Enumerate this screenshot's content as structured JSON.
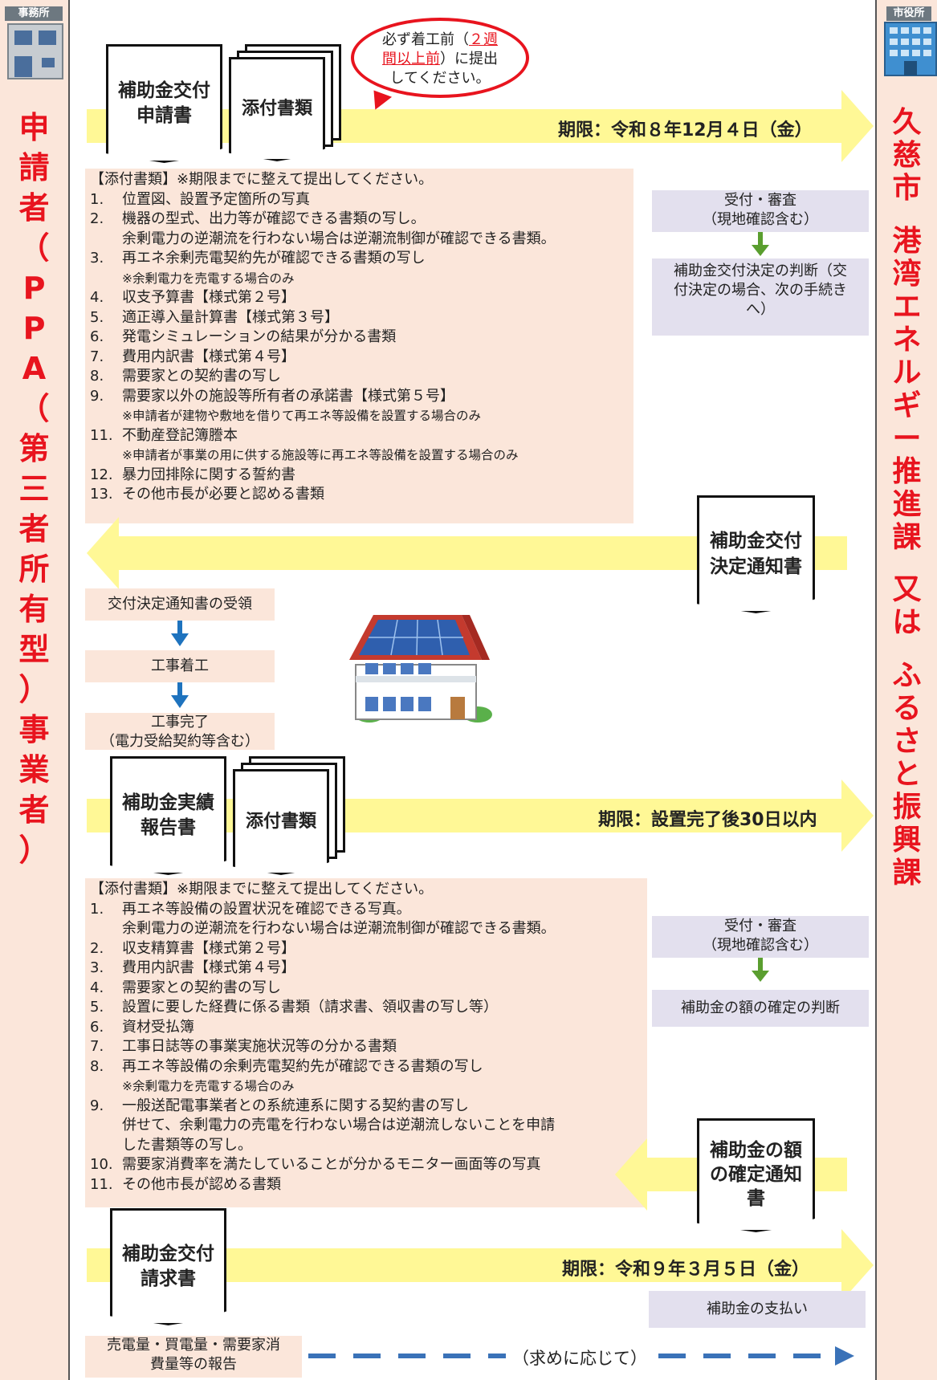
{
  "left_building_label": "事務所",
  "right_building_label": "市役所",
  "applicant_lane": [
    "申",
    "請",
    "者",
    "（",
    "P",
    "P",
    "A",
    "（",
    "第",
    "三",
    "者",
    "所",
    "有",
    "型",
    "）",
    "事",
    "業",
    "者",
    "）"
  ],
  "city_lane": [
    "久",
    "慈",
    "市",
    "",
    "港",
    "湾",
    "エ",
    "ネ",
    "ル",
    "ギ",
    "ー",
    "推",
    "進",
    "課",
    "",
    "又",
    "は",
    "",
    "ふ",
    "る",
    "さ",
    "と",
    "振",
    "興",
    "課"
  ],
  "step1": {
    "doc_main": [
      "補助金交付",
      "申請書"
    ],
    "doc_attach": "添付書類",
    "bubble_pre": "必ず着工前（",
    "bubble_red1": "２週",
    "bubble_red2": "間以上前",
    "bubble_post": "）に提出",
    "bubble_line3": "してください。",
    "deadline": "期限：令和８年12月４日（金）"
  },
  "attach_list_1": {
    "header": "【添付書類】※期限までに整えて提出してください。",
    "items": [
      {
        "num": "1.",
        "text": "位置図、設置予定箇所の写真"
      },
      {
        "num": "2.",
        "text": "機器の型式、出力等が確認できる書類の写し。"
      },
      {
        "num": "",
        "text": "余剰電力の逆潮流を行わない場合は逆潮流制御が確認できる書類。"
      },
      {
        "num": "3.",
        "text": "再エネ余剰売電契約先が確認できる書類の写し"
      },
      {
        "num": "",
        "text": "※余剰電力を売電する場合のみ",
        "note": true
      },
      {
        "num": "4.",
        "text": "収支予算書【様式第２号】"
      },
      {
        "num": "5.",
        "text": "適正導入量計算書【様式第３号】"
      },
      {
        "num": "6.",
        "text": "発電シミュレーションの結果が分かる書類"
      },
      {
        "num": "7.",
        "text": "費用内訳書【様式第４号】"
      },
      {
        "num": "8.",
        "text": "需要家との契約書の写し"
      },
      {
        "num": "9.",
        "text": "需要家以外の施設等所有者の承諾書【様式第５号】"
      },
      {
        "num": "",
        "text": "※申請者が建物や敷地を借りて再エネ等設備を設置する場合のみ",
        "note": true
      },
      {
        "num": "11.",
        "text": "不動産登記簿謄本"
      },
      {
        "num": "",
        "text": "※申請者が事業の用に供する施設等に再エネ等設備を設置する場合のみ",
        "note": true
      },
      {
        "num": "12.",
        "text": "暴力団排除に関する誓約書"
      },
      {
        "num": "13.",
        "text": "その他市長が必要と認める書類"
      }
    ]
  },
  "review1": {
    "line1": "受付・審査",
    "line2": "（現地確認含む）"
  },
  "decision1": {
    "lines": [
      "補助金交付決定の判断（交",
      "付決定の場合、次の手続き",
      "へ）"
    ]
  },
  "notice1": [
    "補助金交付",
    "決定通知書"
  ],
  "flow": {
    "receive": "交付決定通知書の受領",
    "start": "工事着工",
    "done1": "工事完了",
    "done2": "（電力受給契約等含む）"
  },
  "step2": {
    "doc_main": [
      "補助金実績",
      "報告書"
    ],
    "doc_attach": "添付書類",
    "deadline": "期限：設置完了後30日以内"
  },
  "attach_list_2": {
    "header": "【添付書類】※期限までに整えて提出してください。",
    "items": [
      {
        "num": "1.",
        "text": "再エネ等設備の設置状況を確認できる写真。"
      },
      {
        "num": "",
        "text": "余剰電力の逆潮流を行わない場合は逆潮流制御が確認できる書類。"
      },
      {
        "num": "2.",
        "text": "収支精算書【様式第２号】"
      },
      {
        "num": "3.",
        "text": "費用内訳書【様式第４号】"
      },
      {
        "num": "4.",
        "text": "需要家との契約書の写し"
      },
      {
        "num": "5.",
        "text": "設置に要した経費に係る書類（請求書、領収書の写し等）"
      },
      {
        "num": "6.",
        "text": "資材受払簿"
      },
      {
        "num": "7.",
        "text": "工事日誌等の事業実施状況等の分かる書類"
      },
      {
        "num": "8.",
        "text": "再エネ等設備の余剰売電契約先が確認できる書類の写し"
      },
      {
        "num": "",
        "text": "※余剰電力を売電する場合のみ",
        "note": true
      },
      {
        "num": "9.",
        "text": "一般送配電事業者との系統連系に関する契約書の写し"
      },
      {
        "num": "",
        "text": "併せて、余剰電力の売電を行わない場合は逆潮流しないことを申請"
      },
      {
        "num": "",
        "text": "した書類等の写し。"
      },
      {
        "num": "10.",
        "text": "需要家消費率を満たしていることが分かるモニター画面等の写真"
      },
      {
        "num": "11.",
        "text": "その他市長が認める書類"
      }
    ]
  },
  "review2": {
    "line1": "受付・審査",
    "line2": "（現地確認含む）"
  },
  "decision2": "補助金の額の確定の判断",
  "notice2": [
    "補助金の額",
    "の確定通知",
    "書"
  ],
  "step3": {
    "doc_main": [
      "補助金交付",
      "請求書"
    ],
    "deadline": "期限：令和９年３月５日（金）"
  },
  "payment": "補助金の支払い",
  "report": {
    "line1": "売電量・買電量・需要家消",
    "line2": "費量等の報告",
    "dash_label": "（求めに応じて）"
  },
  "colors": {
    "yellow_arrow": "#fff896",
    "lane_bg": "#fbe6da",
    "review_bg": "#e3e0ee",
    "lane_text": "#e8141e",
    "blue_arrow": "#1e73be",
    "green_arrow": "#5a9e2f"
  }
}
